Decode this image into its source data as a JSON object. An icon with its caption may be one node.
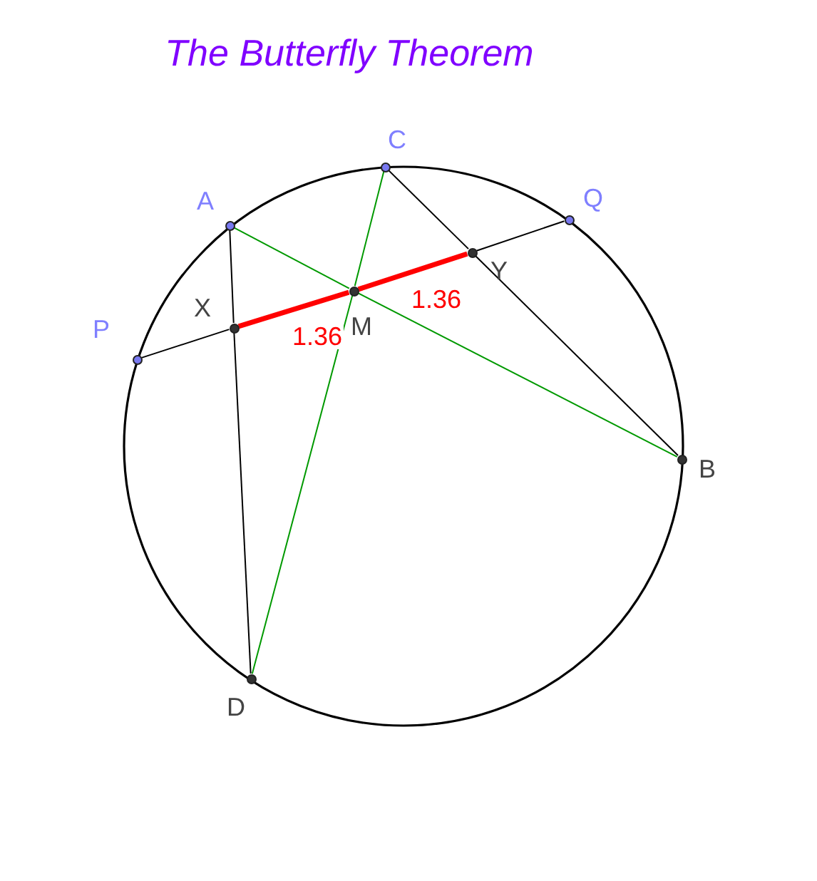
{
  "diagram": {
    "title": "The Butterfly Theorem",
    "nodes": [
      {
        "text": [
          "C"
        ]
      },
      {
        "text": [
          "A"
        ]
      },
      {
        "text": [
          "Q"
        ]
      },
      {
        "text": [
          "Y"
        ]
      },
      {
        "text": [
          "X"
        ]
      },
      {
        "text": [
          "M"
        ]
      },
      {
        "text": [
          "P"
        ]
      },
      {
        "text": [
          "B"
        ]
      },
      {
        "text": [
          "D"
        ]
      }
    ],
    "edges": [
      {
        "from": 6,
        "to": 4,
        "arrow": "none"
      },
      {
        "from": 4,
        "to": 5,
        "arrow": "none",
        "label": "1.36",
        "style": "thick",
        "color": "#ff0000"
      },
      {
        "from": 5,
        "to": 3,
        "arrow": "none",
        "label": "1.36",
        "style": "thick",
        "color": "#ff0000"
      },
      {
        "from": 3,
        "to": 2,
        "arrow": "none"
      },
      {
        "from": 1,
        "to": 4,
        "arrow": "none"
      },
      {
        "from": 4,
        "to": 8,
        "arrow": "none"
      },
      {
        "from": 0,
        "to": 3,
        "arrow": "none"
      },
      {
        "from": 3,
        "to": 7,
        "arrow": "none"
      },
      {
        "from": 1,
        "to": 5,
        "arrow": "none",
        "color": "#009900"
      },
      {
        "from": 5,
        "to": 7,
        "arrow": "none",
        "color": "#009900"
      },
      {
        "from": 0,
        "to": 5,
        "arrow": "none",
        "color": "#009900"
      },
      {
        "from": 5,
        "to": 8,
        "arrow": "none",
        "color": "#009900"
      }
    ]
  }
}
